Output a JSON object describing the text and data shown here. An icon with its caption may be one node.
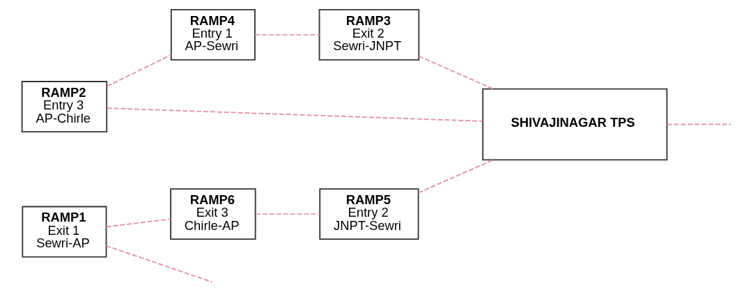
{
  "diagram": {
    "nodes": [
      {
        "text": [
          "RAMP2",
          "Entry 3",
          "AP-Chirle"
        ]
      },
      {
        "text": [
          "RAMP4",
          "Entry 1",
          "AP-Sewri"
        ]
      },
      {
        "text": [
          "RAMP3",
          "Exit 2",
          "Sewri-JNPT"
        ]
      },
      {
        "text": [
          "SHIVAJINAGAR TPS"
        ]
      },
      {
        "text": [
          "RAMP1",
          "Exit 1",
          "Sewri-AP"
        ]
      },
      {
        "text": [
          "RAMP6",
          "Exit 3",
          "Chirle-AP"
        ]
      },
      {
        "text": [
          "RAMP5",
          "Entry 2",
          "JNPT-Sewri"
        ]
      }
    ],
    "edges": [
      {
        "from": 0,
        "to": 1,
        "arrow": "none",
        "style": "dashed"
      },
      {
        "from": 1,
        "to": 2,
        "arrow": "none",
        "style": "dashed"
      },
      {
        "from": 2,
        "to": 3,
        "arrow": "none",
        "style": "dashed"
      },
      {
        "from": 0,
        "to": 3,
        "arrow": "none",
        "style": "dashed"
      },
      {
        "from": 3,
        "to": null,
        "arrow": "none",
        "style": "dashed"
      },
      {
        "from": 4,
        "to": 5,
        "arrow": "none",
        "style": "dashed"
      },
      {
        "from": 5,
        "to": 6,
        "arrow": "none",
        "style": "dashed"
      },
      {
        "from": 6,
        "to": 3,
        "arrow": "none",
        "style": "dashed"
      },
      {
        "from": 4,
        "to": null,
        "arrow": "none",
        "style": "dashed"
      }
    ]
  }
}
